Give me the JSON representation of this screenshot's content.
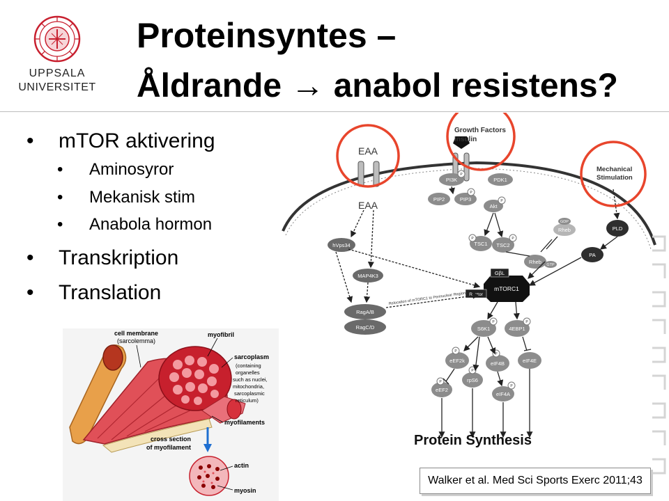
{
  "logo": {
    "line1": "UPPSALA",
    "line2": "UNIVERSITET"
  },
  "title": {
    "line1": "Proteinsyntes –",
    "line2": "Åldrande → anabol resistens?"
  },
  "bullets": [
    {
      "text": "mTOR aktivering",
      "subitems": [
        "Aminosyror",
        "Mekanisk stim",
        "Anabola hormon"
      ]
    },
    {
      "text": "Transkription"
    },
    {
      "text": "Translation"
    }
  ],
  "muscle_figure": {
    "labels": {
      "cell_membrane": "cell membrane",
      "sarcolemma": "(sarcolemma)",
      "myofibril": "myofibril",
      "sarcoplasm": "sarcoplasm",
      "sarcoplasm_desc": [
        "(containing",
        "organelles",
        "such as nuclei,",
        "mitochondria,",
        "sarcoplasmic",
        "reticulum)"
      ],
      "myofilaments": "myofilaments",
      "cross_section": "cross section",
      "of_myofilament": "of myofilament",
      "actin": "actin",
      "myosin": "myosin"
    },
    "colors": {
      "muscle_red": "#d6313c",
      "tendon": "#e8a04a",
      "arrow_blue": "#1f6fd1",
      "dot_dark": "#8b0000"
    }
  },
  "pathway": {
    "labels": {
      "eaa_top": "EAA",
      "eaa_bottom": "EAA",
      "growth_factors": "Growth Factors",
      "insulin": "Insulin",
      "mechanical": "Mechanical",
      "stimulation": "Stimulation",
      "pi3k": "PI3K",
      "pdk1": "PDK1",
      "pip2": "PIP2",
      "pip3": "PIP3",
      "akt": "Akt",
      "tsc1": "TSC1",
      "tsc2": "TSC2",
      "rheb_gdp": "Rheb",
      "gdp": "GDP",
      "rheb_gtp": "Rheb",
      "gtp": "GTP",
      "pld": "PLD",
      "pa": "PA",
      "hvps34": "hVps34",
      "map4k3": "MAP4K3",
      "raga": "RagA/B",
      "ragc": "RagC/D",
      "gbl": "GβL",
      "mtorc1": "mTORC1",
      "raptor": "Raptor",
      "relocation": "Relocation of mTORC1 to Perinuclear Region",
      "s6k1": "S6K1",
      "4ebp1": "4EBP1",
      "eef2k": "eEF2k",
      "eif4b": "eIF4B",
      "eif4e": "eIF4E",
      "rps6": "rpS6",
      "eef2": "eEF2",
      "eif4a": "eIF4A",
      "p": "P",
      "protein_synthesis": "Protein Synthesis"
    },
    "colors": {
      "highlight_circle": "#e8452c",
      "node_gray": "#8c8c8c",
      "node_dark": "#2e2e2e",
      "light_gray": "#b5b5b5"
    }
  },
  "citation": "Walker et al. Med Sci Sports Exerc 2011;43",
  "colors": {
    "logo_red": "#c8202f",
    "text": "#000000"
  }
}
